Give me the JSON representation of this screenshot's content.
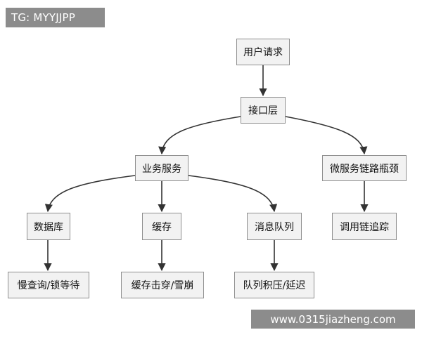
{
  "watermark_top": "TG: MYYJJPP",
  "watermark_bottom": "www.0315jiazheng.com",
  "nodes": {
    "user_request": "用户请求",
    "interface_layer": "接口层",
    "business_service": "业务服务",
    "microservice_bottleneck": "微服务链路瓶颈",
    "database": "数据库",
    "cache": "缓存",
    "message_queue": "消息队列",
    "call_chain_tracing": "调用链追踪",
    "slow_query_lock": "慢查询/锁等待",
    "cache_breakdown": "缓存击穿/雪崩",
    "queue_backlog": "队列积压/延迟"
  },
  "colors": {
    "node_fill": "#f2f2f2",
    "node_border": "#8f8f8f",
    "edge": "#333333",
    "watermark_bg": "#8c8c8c"
  }
}
